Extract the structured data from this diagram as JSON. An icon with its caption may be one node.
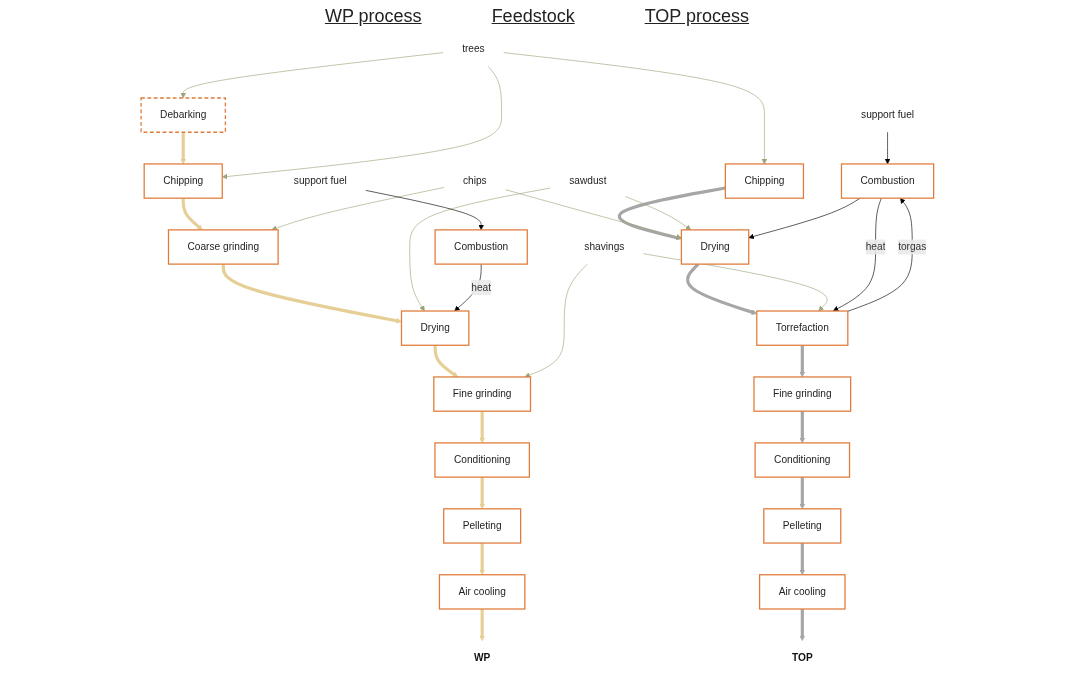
{
  "diagram": {
    "nodes": [
      {
        "text": [
          "Debarking"
        ]
      },
      {
        "text": [
          "Chipping"
        ]
      },
      {
        "text": [
          "trees"
        ]
      },
      {
        "text": [
          "Chipping"
        ]
      },
      {
        "text": [
          "Coarse grinding"
        ]
      },
      {
        "text": [
          "chips"
        ]
      },
      {
        "text": [
          "Drying"
        ]
      },
      {
        "text": [
          "sawdust"
        ]
      },
      {
        "text": [
          "Drying"
        ]
      },
      {
        "text": [
          "Combustion"
        ]
      },
      {
        "text": [
          "Torrefaction"
        ]
      },
      {
        "text": [
          "shavings"
        ]
      },
      {
        "text": [
          "Combustion"
        ]
      },
      {
        "text": [
          "Fine grinding"
        ]
      },
      {
        "text": [
          "Fine grinding"
        ]
      },
      {
        "text": [
          "support fuel"
        ]
      },
      {
        "text": [
          "support fuel"
        ]
      },
      {
        "text": [
          "Conditioning"
        ]
      },
      {
        "text": [
          "Conditioning"
        ]
      },
      {
        "text": [
          "Pelleting"
        ]
      },
      {
        "text": [
          "Pelleting"
        ]
      },
      {
        "text": [
          "Air cooling"
        ]
      },
      {
        "text": [
          "WP"
        ]
      },
      {
        "text": [
          "Air cooling"
        ]
      },
      {
        "text": [
          "TOP"
        ]
      }
    ],
    "edges": [
      {
        "from": 0,
        "to": 1,
        "arrow": "to",
        "style": "thick",
        "color": "#e6cf96"
      },
      {
        "from": 1,
        "to": 4,
        "arrow": "to",
        "style": "thick",
        "color": "#e6cf96"
      },
      {
        "from": 4,
        "to": 6,
        "arrow": "to",
        "style": "thick",
        "color": "#e6cf96"
      },
      {
        "from": 6,
        "to": 13,
        "arrow": "to",
        "style": "thick",
        "color": "#e6cf96"
      },
      {
        "from": 13,
        "to": 17,
        "arrow": "to",
        "style": "thick",
        "color": "#e6cf96"
      },
      {
        "from": 17,
        "to": 19,
        "arrow": "to",
        "style": "thick",
        "color": "#e6cf96"
      },
      {
        "from": 19,
        "to": 21,
        "arrow": "to",
        "style": "thick",
        "color": "#e6cf96"
      },
      {
        "from": 21,
        "to": 22,
        "arrow": "to",
        "style": "thick",
        "color": "#e6cf96"
      },
      {
        "from": 3,
        "to": 8,
        "arrow": "to",
        "style": "thick",
        "color": "#a6a6a6"
      },
      {
        "from": 8,
        "to": 10,
        "arrow": "to",
        "style": "thick",
        "color": "#a6a6a6"
      },
      {
        "from": 10,
        "to": 14,
        "arrow": "to",
        "style": "thick",
        "color": "#a6a6a6"
      },
      {
        "from": 14,
        "to": 18,
        "arrow": "to",
        "style": "thick",
        "color": "#a6a6a6"
      },
      {
        "from": 18,
        "to": 20,
        "arrow": "to",
        "style": "thick",
        "color": "#a6a6a6"
      },
      {
        "from": 20,
        "to": 23,
        "arrow": "to",
        "style": "thick",
        "color": "#a6a6a6"
      },
      {
        "from": 23,
        "to": 24,
        "arrow": "to",
        "style": "thick",
        "color": "#a6a6a6"
      },
      {
        "from": 2,
        "to": 0,
        "arrow": "to",
        "color": "#9aa67a"
      },
      {
        "from": 2,
        "to": 1,
        "arrow": "to",
        "color": "#9aa67a"
      },
      {
        "from": 2,
        "to": 3,
        "arrow": "to",
        "color": "#9aa67a"
      },
      {
        "from": 5,
        "to": 4,
        "arrow": "to",
        "color": "#9aa67a"
      },
      {
        "from": 5,
        "to": 8,
        "arrow": "to",
        "color": "#9aa67a"
      },
      {
        "from": 7,
        "to": 6,
        "arrow": "to",
        "color": "#9aa67a"
      },
      {
        "from": 7,
        "to": 8,
        "arrow": "to",
        "color": "#9aa67a"
      },
      {
        "from": 11,
        "to": 10,
        "arrow": "to",
        "color": "#9aa67a"
      },
      {
        "from": 11,
        "to": 13,
        "arrow": "to",
        "color": "#9aa67a"
      },
      {
        "from": 9,
        "to": 6,
        "arrow": "to",
        "label": "heat",
        "color": "#000000"
      },
      {
        "from": 15,
        "to": 9,
        "arrow": "to",
        "color": "#000000"
      },
      {
        "from": 12,
        "to": 8,
        "arrow": "to",
        "color": "#000000"
      },
      {
        "from": 12,
        "to": 10,
        "arrow": "to",
        "label": "heat",
        "color": "#000000"
      },
      {
        "from": 10,
        "to": 12,
        "arrow": "to",
        "label": "torgas",
        "color": "#000000"
      },
      {
        "from": 16,
        "to": 12,
        "arrow": "to",
        "color": "#000000"
      }
    ],
    "labels": [
      "WP process",
      "Feedstock",
      "TOP process"
    ]
  }
}
